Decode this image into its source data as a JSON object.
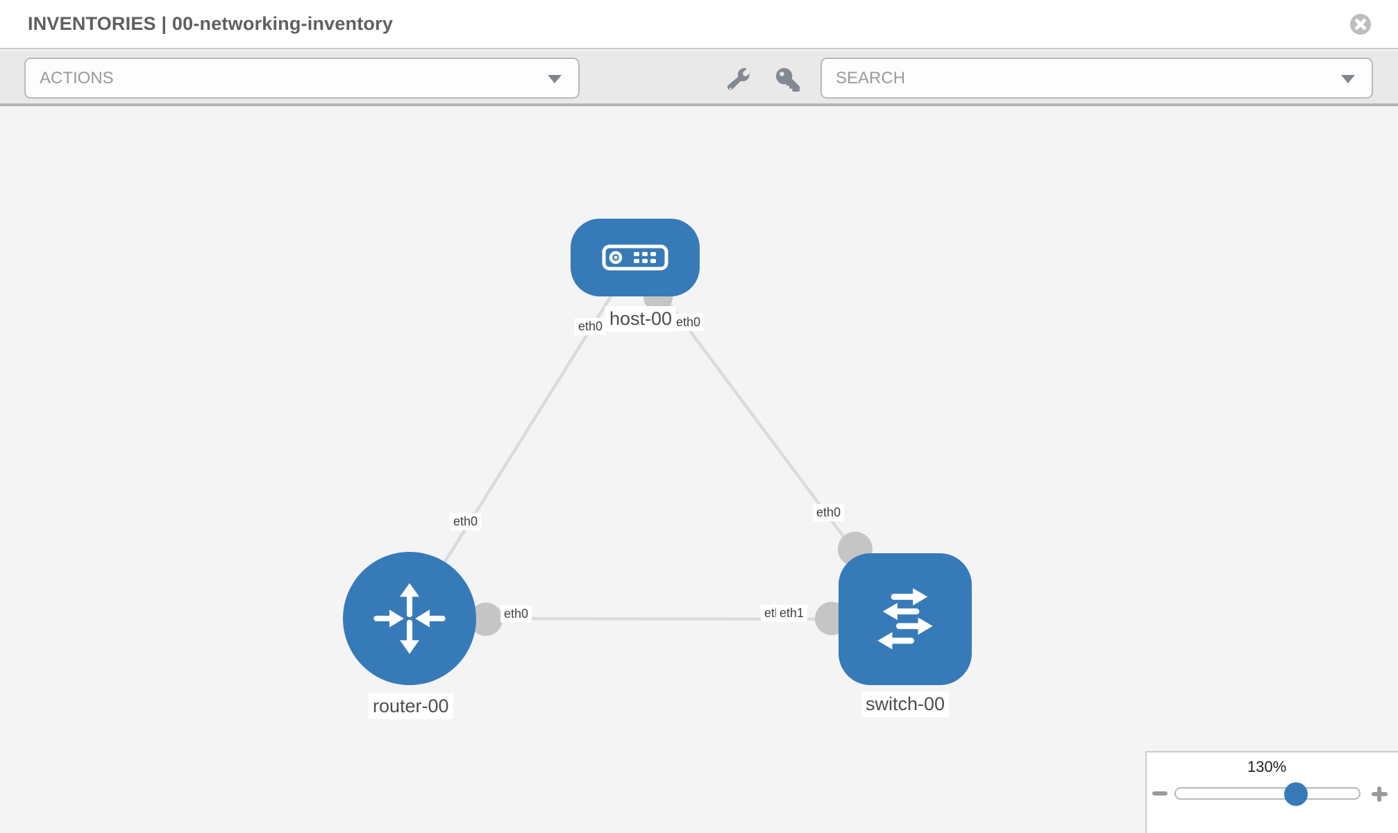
{
  "window": {
    "title": "INVENTORIES | 00-networking-inventory",
    "close_icon": "circle-x"
  },
  "toolbar": {
    "actions": {
      "label": "ACTIONS",
      "icon": "caret-down"
    },
    "tools": [
      {
        "icon": "wrench"
      },
      {
        "icon": "key"
      }
    ],
    "search": {
      "label": "SEARCH",
      "icon": "caret-down"
    }
  },
  "topology": {
    "nodes": [
      {
        "id": "host-00",
        "label": "host-00",
        "type": "host",
        "icon": "server-icon"
      },
      {
        "id": "router-00",
        "label": "router-00",
        "type": "router",
        "icon": "router-arrows-icon"
      },
      {
        "id": "switch-00",
        "label": "switch-00",
        "type": "switch",
        "icon": "switch-arrows-icon"
      }
    ],
    "links": [
      {
        "source": "host-00",
        "target": "router-00",
        "source_interface": "eth0",
        "target_interface": "eth0"
      },
      {
        "source": "host-00",
        "target": "switch-00",
        "source_interface": "eth0",
        "target_interface": "eth0"
      },
      {
        "source": "router-00",
        "target": "switch-00",
        "source_interface": "eth0",
        "target_interface": "eth1"
      }
    ],
    "interface_labels": {
      "host_to_router_at_host": "eth0",
      "host_to_router_at_router": "eth0",
      "host_to_switch_at_host": "eth0",
      "host_to_switch_at_switch": "eth0",
      "router_to_switch_at_router": "eth0",
      "router_to_switch_at_switch_under": "eth0",
      "router_to_switch_at_switch": "eth1"
    }
  },
  "zoom_control": {
    "value": "130%",
    "zoom_out_icon": "minus",
    "zoom_in_icon": "plus"
  },
  "colors": {
    "node_blue": "#377ab8",
    "link_grey": "#dbdbdb",
    "connector_grey": "#c5c5c5",
    "canvas_bg": "#f4f4f4",
    "toolbar_bg": "#e9e9e9",
    "border_grey": "#b9b9b9",
    "muted_text": "#9a9a9a",
    "icon_grey": "#838992"
  }
}
